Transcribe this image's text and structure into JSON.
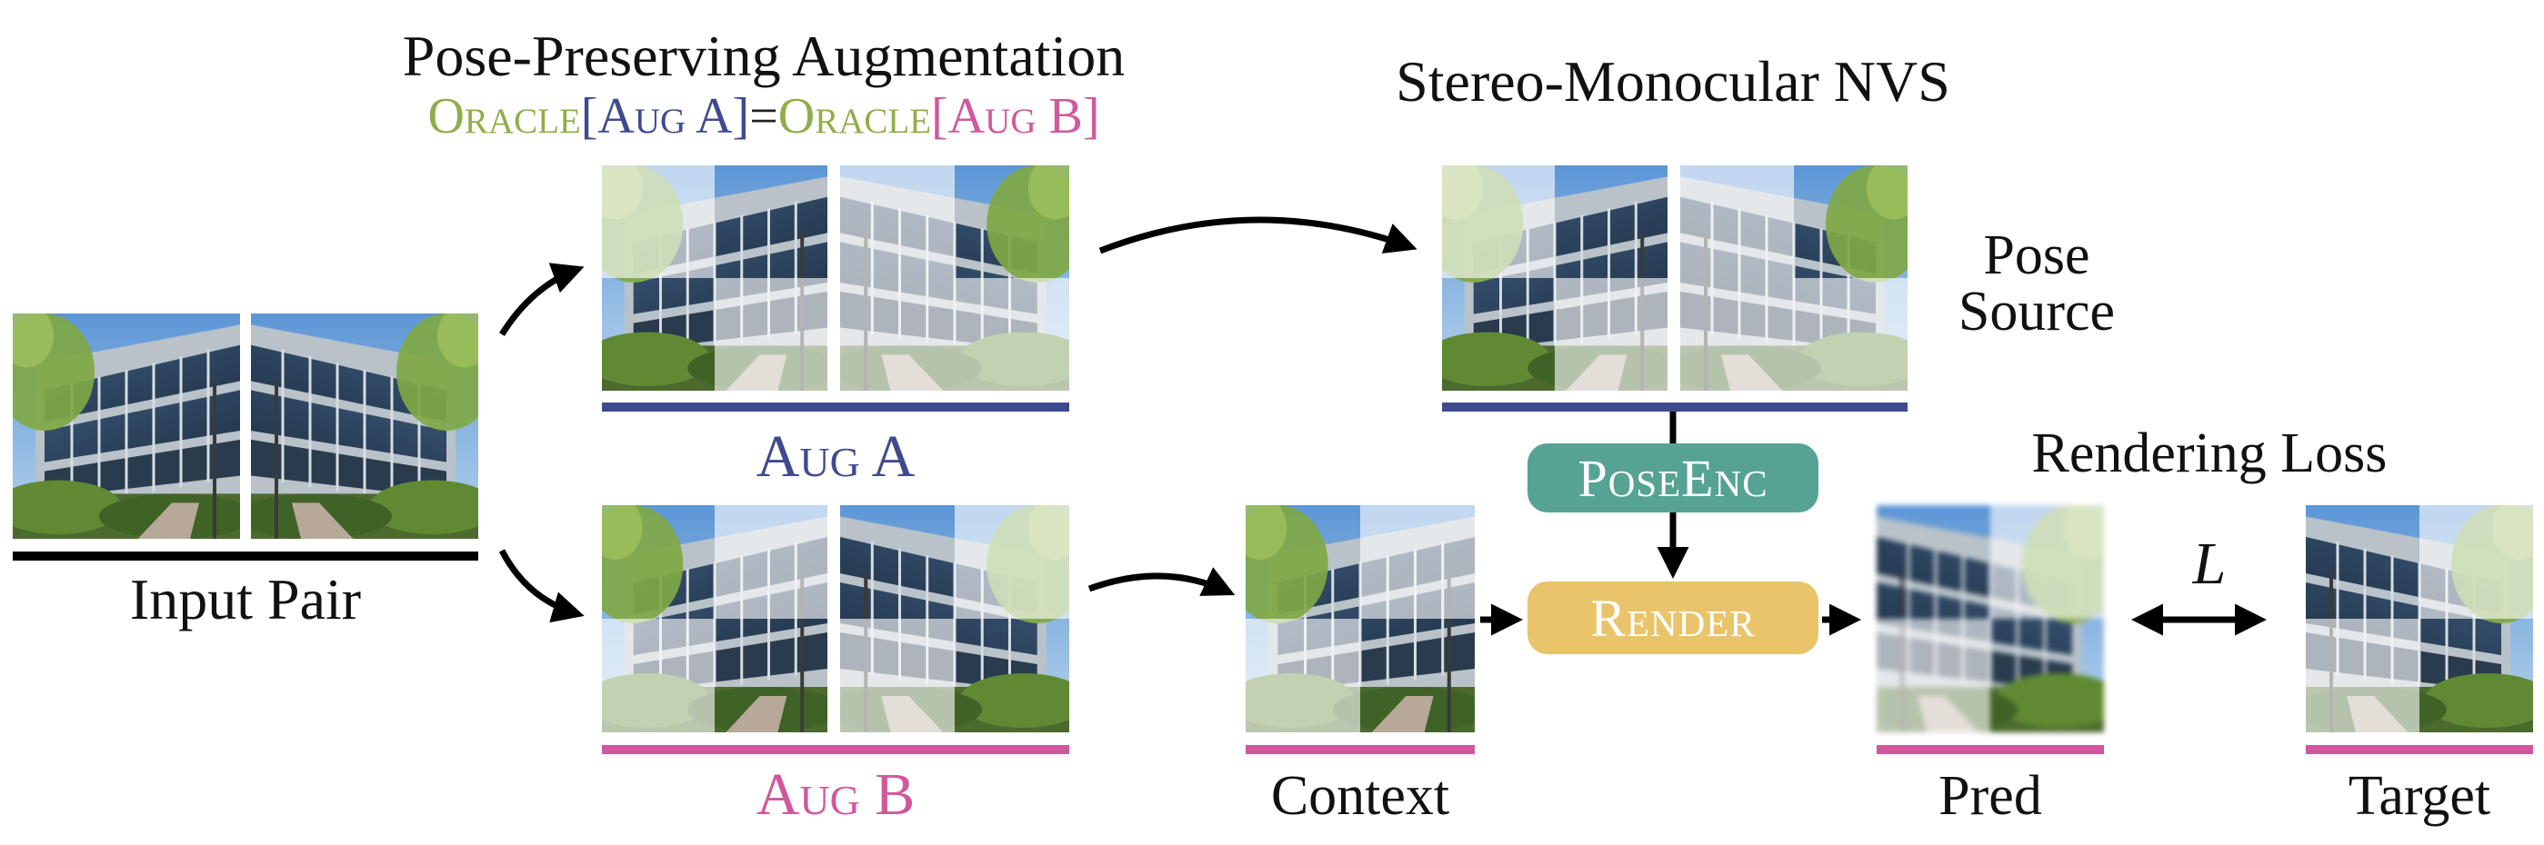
{
  "colors": {
    "aug_a": "#3f4a8e",
    "aug_b": "#d0589c",
    "oracle": "#8fae4a",
    "pose_enc_box": "#56a394",
    "render_box": "#e9c46b",
    "black": "#000000"
  },
  "titles": {
    "augmentation": "Pose-Preserving Augmentation",
    "nvs": "Stereo-Monocular NVS",
    "rendering_loss": "Rendering Loss"
  },
  "oracle_formula": {
    "oracle_1": "Oracle",
    "open_1": "[",
    "aug_a": "Aug A",
    "close_1": "]",
    "equals": "=",
    "oracle_2": "Oracle",
    "open_2": "[",
    "aug_b": "Aug B",
    "close_2": "]"
  },
  "labels": {
    "input_pair": "Input Pair",
    "aug_a": "Aug A",
    "aug_b": "Aug B",
    "pose_source_line1": "Pose",
    "pose_source_line2": "Source",
    "context": "Context",
    "pred": "Pred",
    "target": "Target",
    "loss_symbol": "L"
  },
  "boxes": {
    "pose_enc": "PoseEnc",
    "render": "Render"
  },
  "icons": {
    "photo": "building-photo",
    "arrow": "arrow-icon",
    "double_arrow": "double-arrow-icon"
  }
}
